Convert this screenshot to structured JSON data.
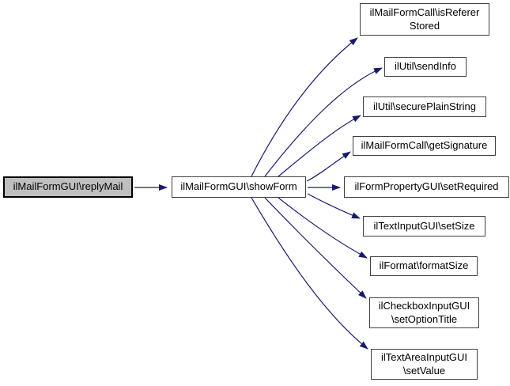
{
  "diagram": {
    "type": "call-graph",
    "colors": {
      "edge": "#191970",
      "node_border": "#404040",
      "node_fill": "#ffffff",
      "current_node_fill": "#bfbfbf",
      "current_node_border": "#000000",
      "text": "#000000",
      "background": "#ffffff"
    },
    "nodes": {
      "reply_mail": {
        "label": "ilMailFormGUI\\replyMail",
        "current": true
      },
      "show_form": {
        "label": "ilMailFormGUI\\showForm"
      },
      "is_referer_stored": {
        "label": "ilMailFormCall\\isReferer\nStored"
      },
      "send_info": {
        "label": "ilUtil\\sendInfo"
      },
      "secure_plain_string": {
        "label": "ilUtil\\securePlainString"
      },
      "get_signature": {
        "label": "ilMailFormCall\\getSignature"
      },
      "set_required": {
        "label": "ilFormPropertyGUI\\setRequired"
      },
      "set_size": {
        "label": "ilTextInputGUI\\setSize"
      },
      "format_size": {
        "label": "ilFormat\\formatSize"
      },
      "set_option_title": {
        "label": "ilCheckboxInputGUI\n\\setOptionTitle"
      },
      "set_value": {
        "label": "ilTextAreaInputGUI\n\\setValue"
      }
    },
    "edges": [
      {
        "from": "ilMailFormGUI\\replyMail",
        "to": "ilMailFormGUI\\showForm"
      },
      {
        "from": "ilMailFormGUI\\showForm",
        "to": "ilMailFormCall\\isRefererStored"
      },
      {
        "from": "ilMailFormGUI\\showForm",
        "to": "ilUtil\\sendInfo"
      },
      {
        "from": "ilMailFormGUI\\showForm",
        "to": "ilUtil\\securePlainString"
      },
      {
        "from": "ilMailFormGUI\\showForm",
        "to": "ilMailFormCall\\getSignature"
      },
      {
        "from": "ilMailFormGUI\\showForm",
        "to": "ilFormPropertyGUI\\setRequired"
      },
      {
        "from": "ilMailFormGUI\\showForm",
        "to": "ilTextInputGUI\\setSize"
      },
      {
        "from": "ilMailFormGUI\\showForm",
        "to": "ilFormat\\formatSize"
      },
      {
        "from": "ilMailFormGUI\\showForm",
        "to": "ilCheckboxInputGUI\\setOptionTitle"
      },
      {
        "from": "ilMailFormGUI\\showForm",
        "to": "ilTextAreaInputGUI\\setValue"
      }
    ]
  }
}
